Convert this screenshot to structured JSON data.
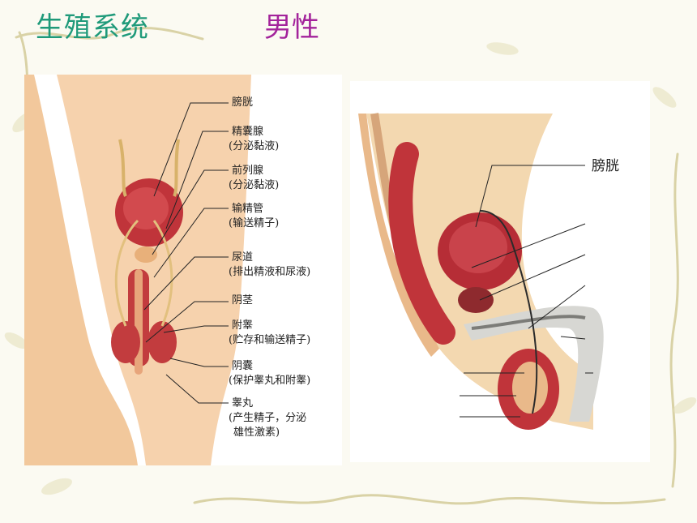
{
  "title": {
    "main": "生殖系统",
    "sub": "男性"
  },
  "colors": {
    "title_main": "#1f9a7a",
    "title_sub": "#a3239b"
  },
  "front_view": {
    "labels": [
      {
        "name": "膀胱",
        "desc": ""
      },
      {
        "name": "精囊腺",
        "desc": "(分泌黏液)"
      },
      {
        "name": "前列腺",
        "desc": "(分泌黏液)"
      },
      {
        "name": "输精管",
        "desc": "(输送精子)"
      },
      {
        "name": "尿道",
        "desc": "(排出精液和尿液)"
      },
      {
        "name": "阴茎",
        "desc": ""
      },
      {
        "name": "附睾",
        "desc": "(贮存和输送精子)"
      },
      {
        "name": "阴囊",
        "desc": "(保护睾丸和附睾)"
      },
      {
        "name": "睾丸",
        "desc": "(产生精子，分泌",
        "desc2": "雄性激素)"
      }
    ]
  },
  "side_view": {
    "label": "膀胱"
  }
}
